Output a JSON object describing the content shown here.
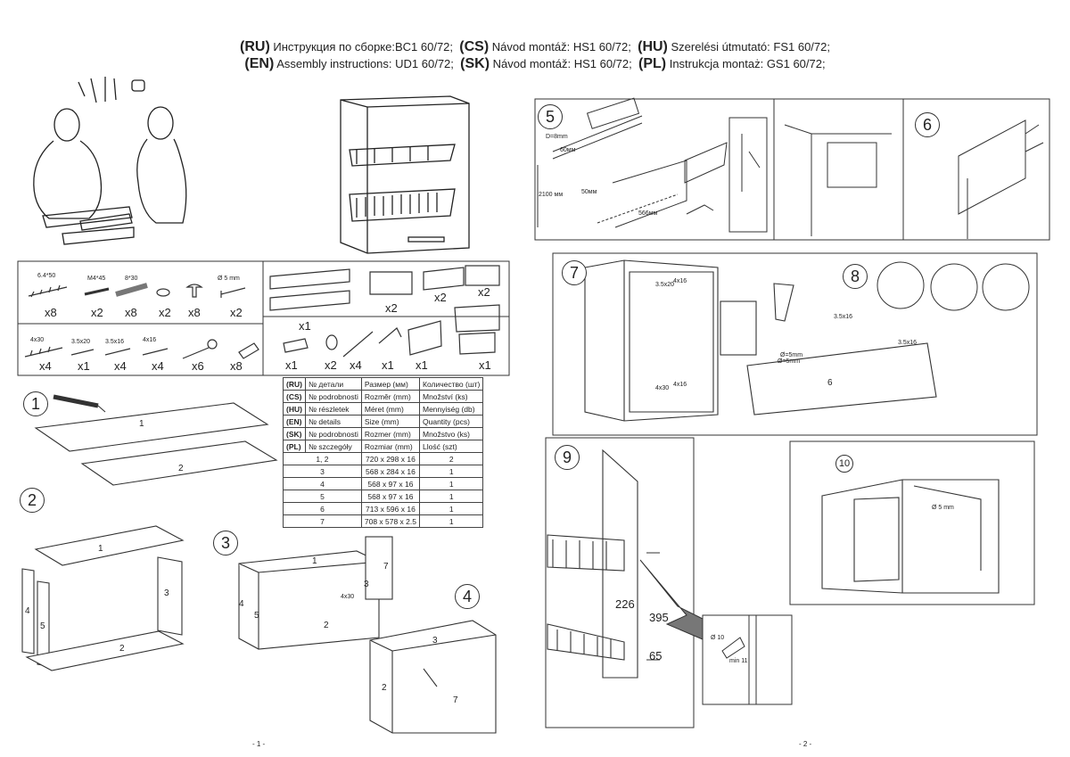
{
  "header": {
    "line1": [
      {
        "code": "(RU)",
        "text": "Инструкция по сборке:BC1 60/72;"
      },
      {
        "code": "(CS)",
        "text": "Návod montáž: HS1 60/72;"
      },
      {
        "code": "(HU)",
        "text": "Szerelési útmutató: FS1 60/72;"
      }
    ],
    "line2": [
      {
        "code": "(EN)",
        "text": "Assembly instructions: UD1 60/72;"
      },
      {
        "code": "(SK)",
        "text": "Návod montáž: HS1 60/72;"
      },
      {
        "code": "(PL)",
        "text": "Instrukcja montaż: GS1 60/72;"
      }
    ]
  },
  "hardware": {
    "row1": [
      {
        "label": "6.4*50",
        "qty": "x8"
      },
      {
        "label": "M4*45",
        "qty": "x2"
      },
      {
        "label": "8*30",
        "qty": "x8"
      },
      {
        "label": "",
        "qty": "x2"
      },
      {
        "label": "",
        "qty": "x8"
      },
      {
        "label": "Ø 5 mm",
        "qty": "x2"
      }
    ],
    "row2": [
      {
        "label": "4x30",
        "qty": "x4"
      },
      {
        "label": "3.5x20",
        "qty": "x1"
      },
      {
        "label": "3.5x16",
        "qty": "x4"
      },
      {
        "label": "4x16",
        "qty": "x4"
      },
      {
        "label": "",
        "qty": "x6"
      },
      {
        "label": "",
        "qty": "x8"
      }
    ],
    "right_row1": [
      "x1",
      "x2",
      "x2",
      "x2"
    ],
    "right_row2": [
      "x1",
      "x2",
      "x4",
      "x1",
      "x1",
      "x1"
    ]
  },
  "parts_table": {
    "headers": [
      [
        "(RU)",
        "№ детали",
        "Размер  (мм)",
        "Количество (шт)"
      ],
      [
        "(CS)",
        "№ podrobnosti",
        "Rozměr (mm)",
        "Množství  (ks)"
      ],
      [
        "(HU)",
        "№ részletek",
        "Méret (mm)",
        "Mennyiség (db)"
      ],
      [
        "(EN)",
        "№ details",
        "Size (mm)",
        "Quantity  (pcs)"
      ],
      [
        "(SK)",
        "№ podrobnosti",
        "Rozmer (mm)",
        "Množstvo (ks)"
      ],
      [
        "(PL)",
        "№ szczegóły",
        "Rozmiar (mm)",
        "Llość (szt)"
      ]
    ],
    "rows": [
      [
        "1, 2",
        "720 x 298 x 16",
        "2"
      ],
      [
        "3",
        "568 x 284 x 16",
        "1"
      ],
      [
        "4",
        "568 x 97 x 16",
        "1"
      ],
      [
        "5",
        "568 x 97 x 16",
        "1"
      ],
      [
        "6",
        "713 x 596 x 16",
        "1"
      ],
      [
        "7",
        "708 x 578 x 2.5",
        "1"
      ]
    ]
  },
  "steps": {
    "s1": "1",
    "s2": "2",
    "s3": "3",
    "s4": "4",
    "s5": "5",
    "s6": "6",
    "s7": "7",
    "s8": "8",
    "s9": "9",
    "s10": "10"
  },
  "step5": {
    "d": "D=8mm",
    "v1": "60мм",
    "v2": "50мм",
    "h": "2100 мм",
    "w": "566мм"
  },
  "step7": {
    "a": "3.5x20",
    "b": "4x16",
    "c": "4x30",
    "d": "4x16",
    "e": "Ø=5mm",
    "f": "Ø=5mm",
    "g": "6"
  },
  "step8": {
    "a": "3.5x16",
    "b": "3.5x16"
  },
  "step9": {
    "a": "226",
    "b": "395",
    "c": "65",
    "d": "Ø 10",
    "e": "min 11"
  },
  "step10": {
    "a": "Ø 5 mm"
  },
  "pieces": {
    "p1a": "1",
    "p2a": "2",
    "p1b": "1",
    "p3b": "3",
    "p4b": "4",
    "p5b": "5",
    "p2b": "2",
    "p1c": "1",
    "p3c": "3",
    "p4c": "4",
    "p5c": "5",
    "p2c": "2",
    "p7c": "7",
    "s3c": "4x30",
    "p3d": "3",
    "p2d": "2",
    "p7d": "7"
  },
  "pages": {
    "p1": "- 1 -",
    "p2": "- 2 -"
  }
}
